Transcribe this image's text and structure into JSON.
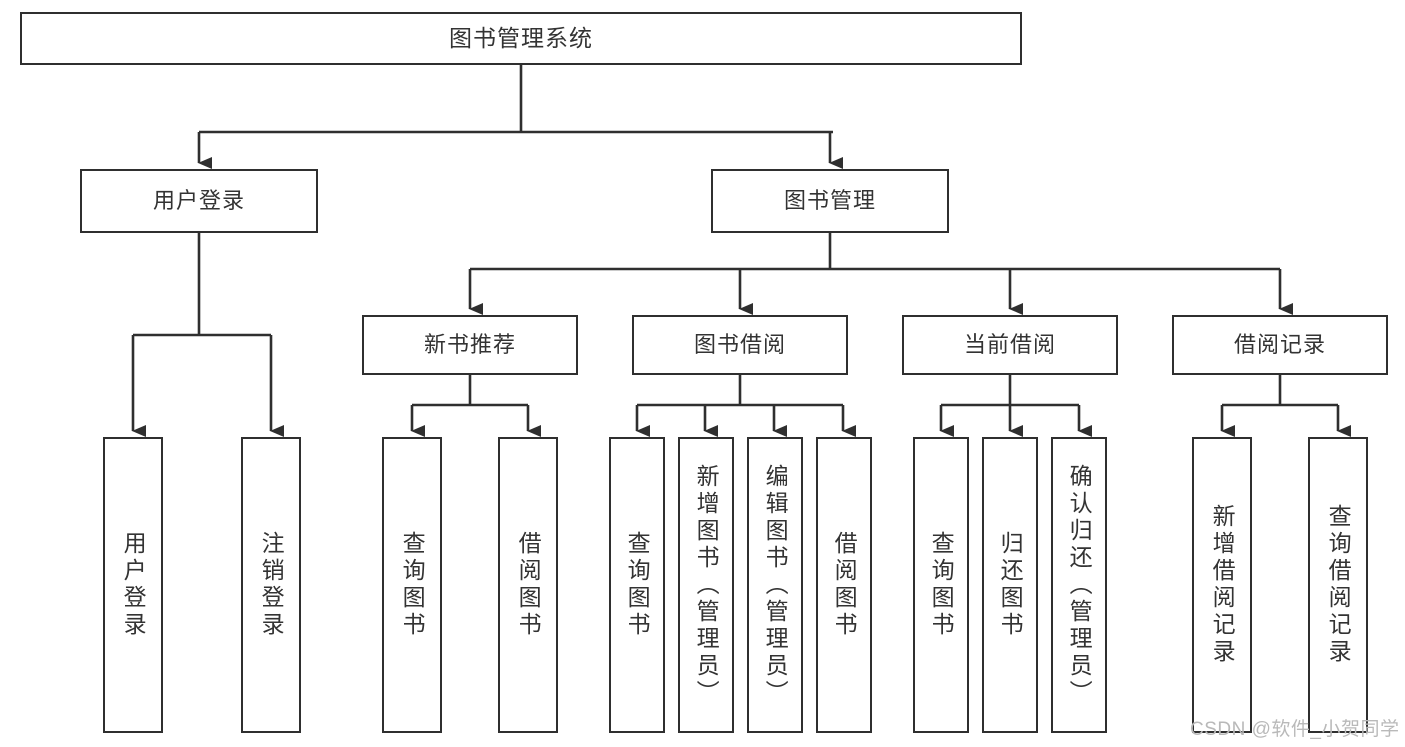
{
  "diagram": {
    "type": "tree-hierarchy",
    "title": "图书管理系统",
    "orientation": "top-down",
    "colors": {
      "box_border": "#2f2f2f",
      "box_fill": "#ffffff",
      "connector": "#2f2f2f",
      "text": "#333333",
      "watermark": "#b9b9b9"
    },
    "nodes": {
      "root": {
        "label": "图书管理系统"
      },
      "level1": [
        {
          "id": "user-login",
          "label": "用户登录"
        },
        {
          "id": "book-management",
          "label": "图书管理"
        }
      ],
      "level2": [
        {
          "id": "new-book-recommend",
          "label": "新书推荐"
        },
        {
          "id": "book-borrow",
          "label": "图书借阅"
        },
        {
          "id": "current-borrow",
          "label": "当前借阅"
        },
        {
          "id": "borrow-record",
          "label": "借阅记录"
        }
      ],
      "leaves": {
        "user-login": [
          {
            "id": "leaf-user-login",
            "label": "用户登录"
          },
          {
            "id": "leaf-logout-login",
            "label": "注销登录"
          }
        ],
        "new-book-recommend": [
          {
            "id": "leaf-query-book-1",
            "label": "查询图书"
          },
          {
            "id": "leaf-borrow-book-1",
            "label": "借阅图书"
          }
        ],
        "book-borrow": [
          {
            "id": "leaf-query-book-2",
            "label": "查询图书"
          },
          {
            "id": "leaf-add-book",
            "label": "新增图书（管理员）"
          },
          {
            "id": "leaf-edit-book",
            "label": "编辑图书（管理员）"
          },
          {
            "id": "leaf-borrow-book-2",
            "label": "借阅图书"
          }
        ],
        "current-borrow": [
          {
            "id": "leaf-query-book-3",
            "label": "查询图书"
          },
          {
            "id": "leaf-return-book",
            "label": "归还图书"
          },
          {
            "id": "leaf-confirm-return",
            "label": "确认归还（管理员）"
          }
        ],
        "borrow-record": [
          {
            "id": "leaf-add-record",
            "label": "新增借阅记录"
          },
          {
            "id": "leaf-query-record",
            "label": "查询借阅记录"
          }
        ]
      }
    },
    "watermark": "CSDN @软件_小贺同学"
  }
}
